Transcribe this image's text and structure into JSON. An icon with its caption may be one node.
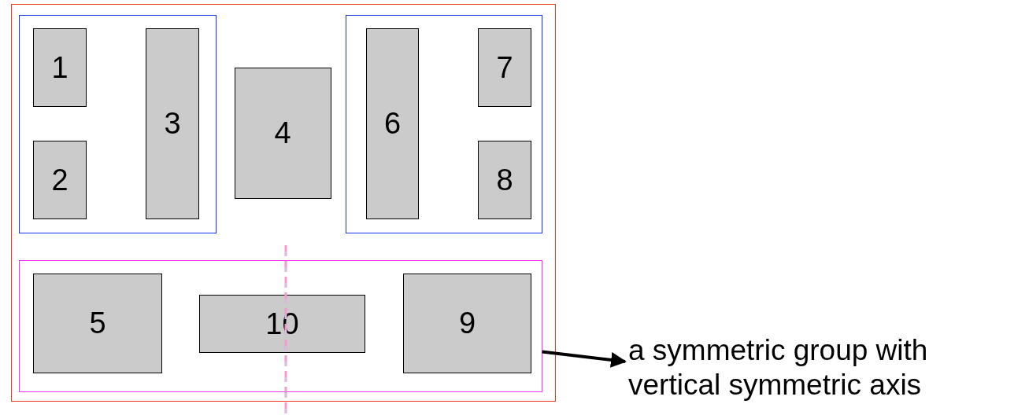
{
  "diagram": {
    "nodes": [
      {
        "text": [],
        "shape": "box"
      },
      {
        "text": [],
        "shape": "box",
        "in": 0
      },
      {
        "text": [
          "1"
        ],
        "in": 1
      },
      {
        "text": [
          "2"
        ],
        "in": 1
      },
      {
        "text": [
          "3"
        ],
        "in": 1
      },
      {
        "text": [
          "4"
        ],
        "in": 0
      },
      {
        "text": [],
        "shape": "box",
        "in": 0
      },
      {
        "text": [
          "6"
        ],
        "in": 6
      },
      {
        "text": [
          "7"
        ],
        "in": 6
      },
      {
        "text": [
          "8"
        ],
        "in": 6
      },
      {
        "text": [],
        "shape": "box",
        "in": 0
      },
      {
        "text": [
          "5"
        ],
        "in": 10
      },
      {
        "text": [
          "10"
        ],
        "in": 10
      },
      {
        "text": [
          "9"
        ],
        "in": 10
      },
      {
        "text": [
          "a symmetric group with vertical symmetric axis"
        ]
      }
    ],
    "edges": [
      {
        "from": 10,
        "to": 14,
        "arrow": "to"
      }
    ]
  }
}
